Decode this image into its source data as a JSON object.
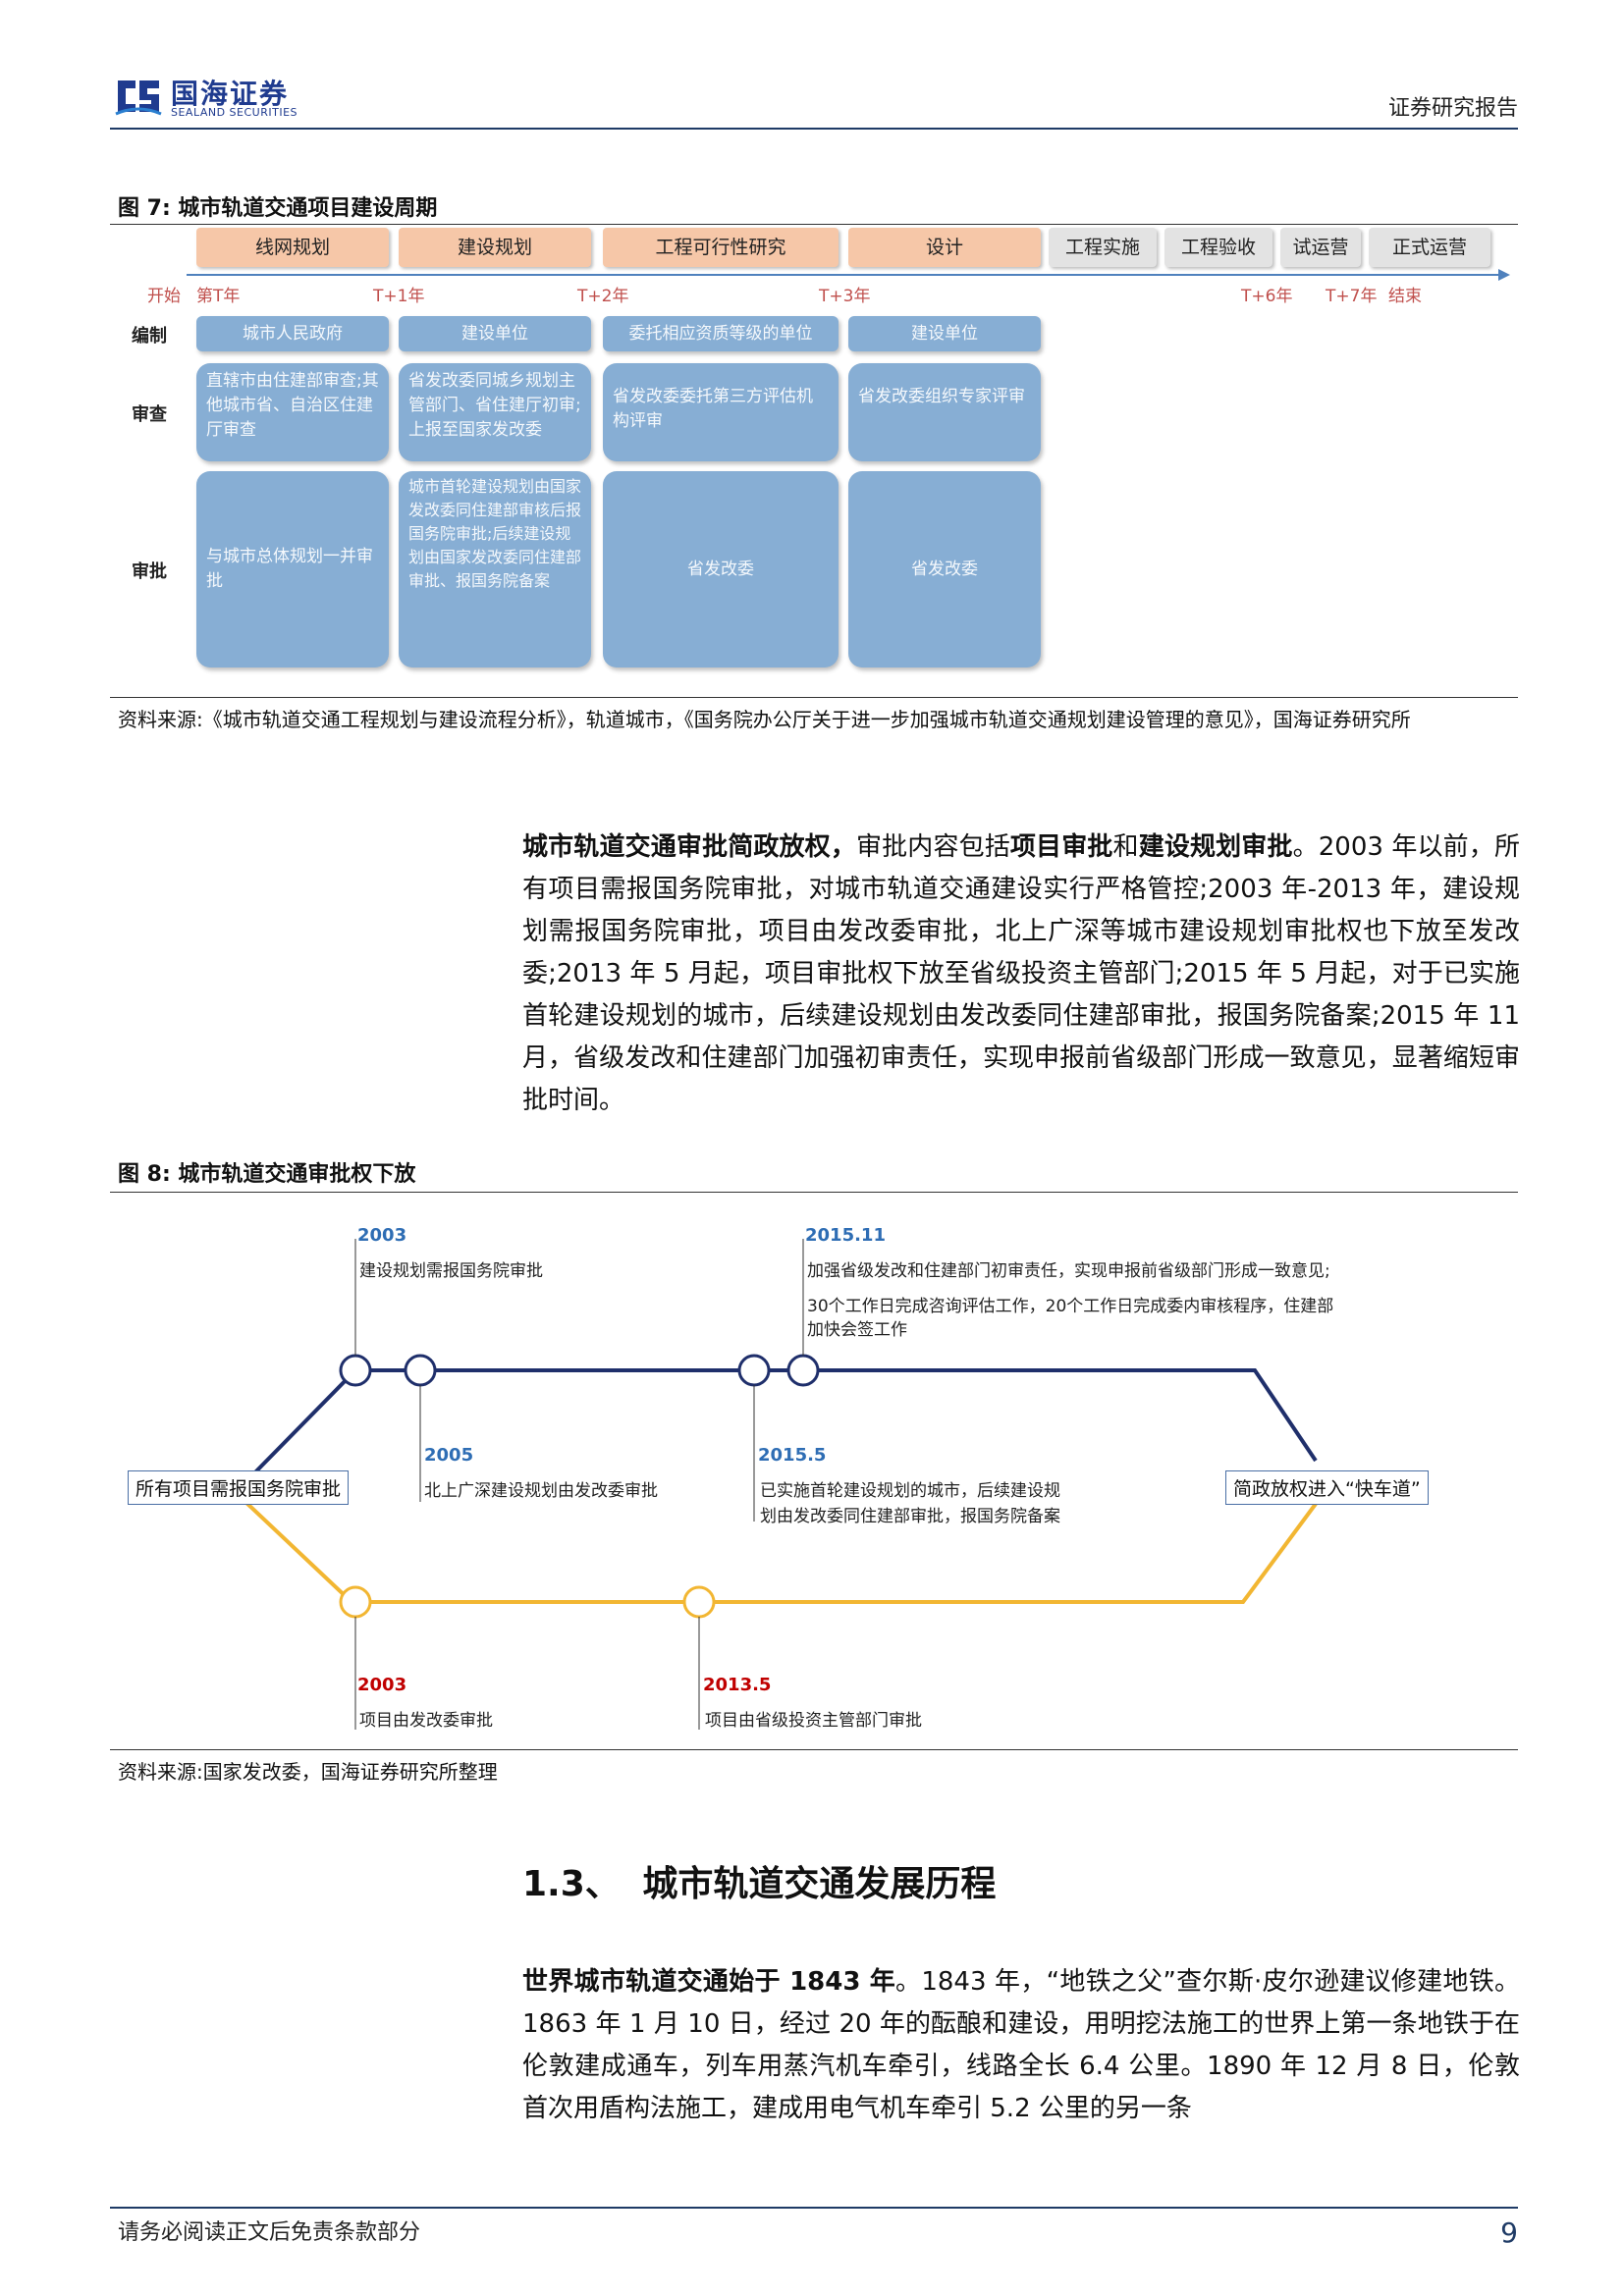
{
  "header": {
    "logo_cn": "国海证券",
    "logo_en": "SEALAND SECURITIES",
    "report_type": "证券研究报告"
  },
  "fig7": {
    "title": "图 7:  城市轨道交通项目建设周期",
    "phases": [
      "线网规划",
      "建设规划",
      "工程可行性研究",
      "设计",
      "工程实施",
      "工程验收",
      "试运营",
      "正式运营"
    ],
    "ticks": {
      "start": "开始",
      "t0": "第T年",
      "t1": "T+1年",
      "t2": "T+2年",
      "t3": "T+3年",
      "t6": "T+6年",
      "t7": "T+7年",
      "end": "结束"
    },
    "row_labels": {
      "compile": "编制",
      "review": "审查",
      "approve": "审批"
    },
    "compile": [
      "城市人民政府",
      "建设单位",
      "委托相应资质等级的单位",
      "建设单位"
    ],
    "review": [
      "直辖市由住建部审查;其他城市省、自治区住建厅审查",
      "省发改委同城乡规划主管部门、省住建厅初审;上报至国家发改委",
      "省发改委委托第三方评估机构评审",
      "省发改委组织专家评审"
    ],
    "approve": [
      "与城市总体规划一并审批",
      "城市首轮建设规划由国家发改委同住建部审核后报国务院审批;后续建设规划由国家发改委同住建部审批、报国务院备案",
      "省发改委",
      "省发改委"
    ],
    "source": "资料来源:《城市轨道交通工程规划与建设流程分析》，轨道城市，《国务院办公厅关于进一步加强城市轨道交通规划建设管理的意见》，国海证券研究所"
  },
  "para1": {
    "lead": "城市轨道交通审批简政放权，",
    "t1": "审批内容包括",
    "b1": "项目审批",
    "t2": "和",
    "b2": "建设规划审批",
    "t3": "。2003 年以前，所有项目需报国务院审批，对城市轨道交通建设实行严格管控;2003 年-2013 年，建设规划需报国务院审批，项目由发改委审批，北上广深等城市建设规划审批权也下放至发改委;2013 年 5 月起，项目审批权下放至省级投资主管部门;2015 年 5 月起，对于已实施首轮建设规划的城市，后续建设规划由发改委同住建部审批，报国务院备案;2015 年 11 月，省级发改和住建部门加强初审责任，实现申报前省级部门形成一致意见，显著缩短审批时间。"
  },
  "fig8": {
    "title": "图 8:  城市轨道交通审批权下放",
    "start_label": "所有项目需报国务院审批",
    "end_label": "简政放权进入“快车道”",
    "top_events": [
      {
        "year": "2003",
        "text": "建设规划需报国务院审批"
      },
      {
        "year": "2005",
        "text": "北上广深建设规划由发改委审批"
      },
      {
        "year": "2015.5",
        "text1": "已实施首轮建设规划的城市，后续建设规",
        "text2": "划由发改委同住建部审批，报国务院备案"
      },
      {
        "year": "2015.11",
        "text1": "加强省级发改和住建部门初审责任，实现申报前省级部门形成一致意见;",
        "text2": "30个工作日完成咨询评估工作，20个工作日完成委内审核程序，住建部",
        "text3": "加快会签工作"
      }
    ],
    "bottom_events": [
      {
        "year": "2003",
        "text": "项目由发改委审批"
      },
      {
        "year": "2013.5",
        "text": "项目由省级投资主管部门审批"
      }
    ],
    "colors": {
      "top_line": "#1f2f6b",
      "bottom_line": "#f2b632"
    },
    "source": "资料来源:国家发改委，国海证券研究所整理"
  },
  "section": {
    "num": "1.3、",
    "title": "城市轨道交通发展历程"
  },
  "para2": {
    "lead": "世界城市轨道交通始于 1843 年",
    "text": "。1843 年，“地铁之父”查尔斯·皮尔逊建议修建地铁。1863 年 1 月 10 日，经过 20 年的酝酿和建设，用明挖法施工的世界上第一条地铁于在伦敦建成通车，列车用蒸汽机车牵引，线路全长 6.4 公里。1890 年 12 月 8 日，伦敦首次用盾构法施工，建成用电气机车牵引 5.2 公里的另一条"
  },
  "footer": {
    "disclaimer": "请务必阅读正文后免责条款部分",
    "page": "9"
  }
}
